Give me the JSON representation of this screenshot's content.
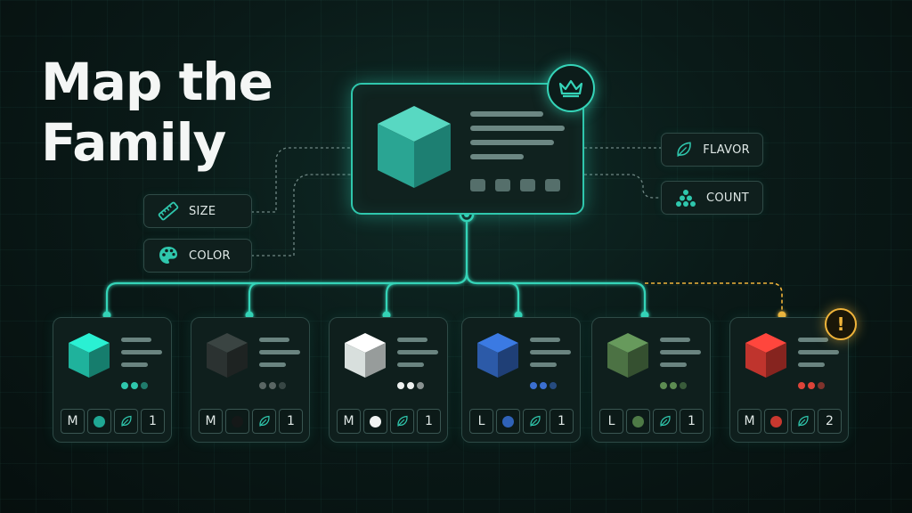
{
  "title": {
    "line1": "Map the",
    "line2": "Family"
  },
  "attributes": {
    "size": {
      "label": "SIZE",
      "icon": "ruler-icon"
    },
    "color": {
      "label": "COLOR",
      "icon": "palette-icon"
    },
    "flavor": {
      "label": "FLAVOR",
      "icon": "leaf-icon"
    },
    "count": {
      "label": "COUNT",
      "icon": "pyramid-dots-icon"
    }
  },
  "parent": {
    "icon": "crown-icon",
    "cube_color": "#2fb8a4"
  },
  "variants": [
    {
      "size": "M",
      "swatch": "#1fa894",
      "count": "1",
      "dots": "#2fc7ad",
      "cube": "#1fb29c",
      "status": "ok"
    },
    {
      "size": "M",
      "swatch": "#151818",
      "count": "1",
      "dots": "#5a6664",
      "cube": "#2b3231",
      "status": "ok"
    },
    {
      "size": "M",
      "swatch": "#f2f4f3",
      "count": "1",
      "dots": "#eef1f0",
      "cube": "#d8dfdd",
      "status": "ok"
    },
    {
      "size": "L",
      "swatch": "#2f62b8",
      "count": "1",
      "dots": "#3b6fd0",
      "cube": "#2c5aa8",
      "status": "ok"
    },
    {
      "size": "L",
      "swatch": "#4e7a46",
      "count": "1",
      "dots": "#5d8c52",
      "cube": "#4c7244",
      "status": "ok"
    },
    {
      "size": "M",
      "swatch": "#c8382f",
      "count": "2",
      "dots": "#dd4439",
      "cube": "#bf342d",
      "status": "warning"
    }
  ],
  "colors": {
    "accent": "#35d4b8",
    "warning": "#f0b43a",
    "wire_dashed": "#6f8784"
  }
}
